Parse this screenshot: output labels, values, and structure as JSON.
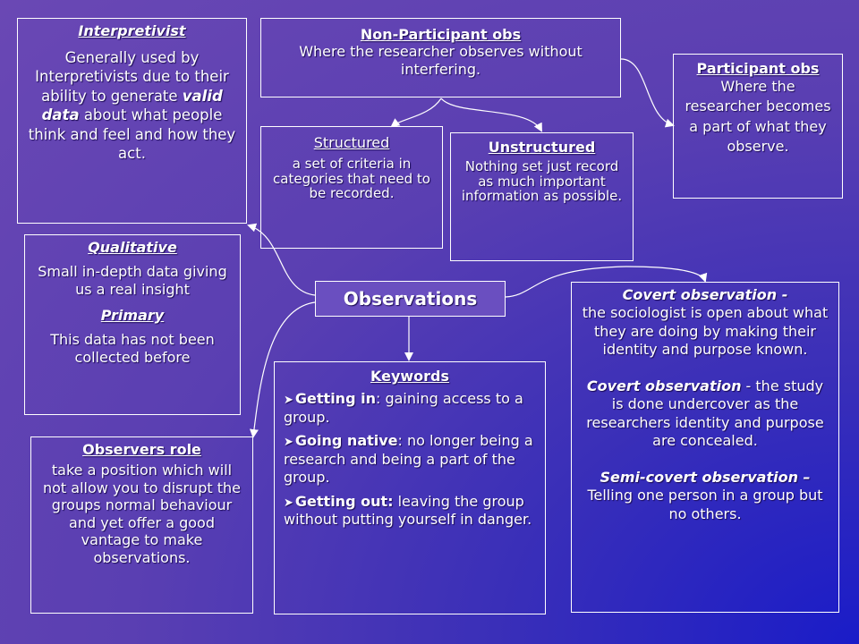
{
  "interpretivist": {
    "title": "Interpretivist",
    "text_before": "Generally used by Interpretivists due to their ability to generate ",
    "text_emph": "valid data",
    "text_after": " about what people think and feel and how they act."
  },
  "non_participant": {
    "title": "Non-Participant obs",
    "text": "Where the researcher observes without interfering."
  },
  "participant": {
    "title": "Participant obs",
    "text": "Where the researcher becomes a part of what they observe."
  },
  "structured": {
    "title": "Structured",
    "text": "a set of criteria in categories that need to be recorded."
  },
  "unstructured": {
    "title": "Unstructured",
    "text": "Nothing set just record as much important information as possible."
  },
  "qualitative": {
    "title": "Qualitative",
    "text": "Small in-depth data giving us a real insight",
    "title2": "Primary",
    "text2": "This data has not been collected before"
  },
  "observations": {
    "label": "Observations"
  },
  "covert": {
    "p1_title": "Covert observation -",
    "p1_text": "the sociologist is open about what they are doing by making their identity and purpose known.",
    "p2_title": "Covert observation",
    "p2_text": " - the study is done undercover as the researchers identity and purpose are concealed.",
    "p3_title": "Semi-covert observation –",
    "p3_text": "Telling one person in a group but no others."
  },
  "keywords": {
    "title": "Keywords",
    "items": [
      {
        "term": "Getting in",
        "def": ": gaining access to a group."
      },
      {
        "term": "Going native",
        "def": ": no longer being a research and being a part of the group."
      },
      {
        "term": "Getting out:",
        "def": " leaving the group without putting yourself in danger."
      }
    ]
  },
  "observers_role": {
    "title": "Observers role",
    "text": "take a position which will not allow you to disrupt the groups normal behaviour and yet offer a good vantage to make observations."
  },
  "colors": {
    "background": "#5a3fb2",
    "observations_box": "#6a4fc0",
    "text": "#ffffff"
  }
}
